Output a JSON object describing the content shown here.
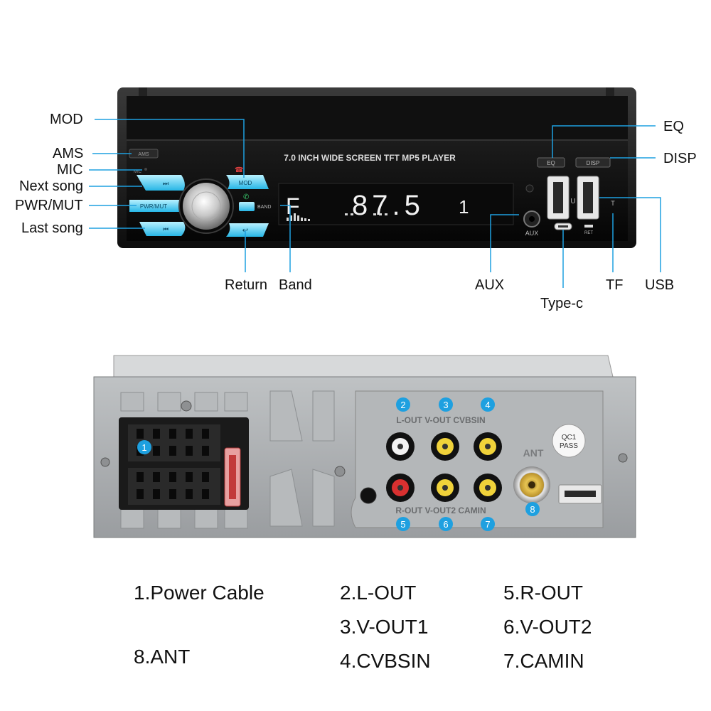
{
  "front_panel": {
    "screen_caption": "7.0 INCH WIDE SCREEN TFT MP5 PLAYER",
    "display": {
      "band_letter": "F",
      "frequency": "87.5",
      "preset": "1"
    },
    "buttons": {
      "mod": "MOD",
      "ams": "AMS",
      "pwr_mut": "PWR/MUT",
      "band": "BAND",
      "eq": "EQ",
      "disp": "DISP"
    },
    "port_marks": {
      "aux": "AUX",
      "usb": "U",
      "tf": "T",
      "ret": "RET",
      "mic": "MIC"
    }
  },
  "callouts": {
    "mod": "MOD",
    "ams": "AMS",
    "mic": "MIC",
    "next_song": "Next song",
    "pwr_mut": "PWR/MUT",
    "last_song": "Last song",
    "return": "Return",
    "band": "Band",
    "aux": "AUX",
    "type_c": "Type-c",
    "tf": "TF",
    "usb": "USB",
    "eq": "EQ",
    "disp": "DISP"
  },
  "rear_panel": {
    "labels": {
      "top_row": "L-OUT V-OUT CVBSIN",
      "bottom_row": "R-OUT V-OUT2 CAMIN",
      "ant": "ANT",
      "qc_line1": "QC1",
      "qc_line2": "PASS"
    },
    "markers": [
      "1",
      "2",
      "3",
      "4",
      "5",
      "6",
      "7",
      "8"
    ]
  },
  "legend": {
    "col1": [
      "1.Power Cable",
      "8.ANT"
    ],
    "col2": [
      "2.L-OUT",
      "3.V-OUT1",
      "4.CVBSIN"
    ],
    "col3": [
      "5.R-OUT",
      "6.V-OUT2",
      "7.CAMIN"
    ]
  },
  "colors": {
    "accent": "#1ea0e0",
    "panel": "#1b1b1b",
    "chassis": "#a9acae",
    "display_text": "#f2f2f2"
  }
}
